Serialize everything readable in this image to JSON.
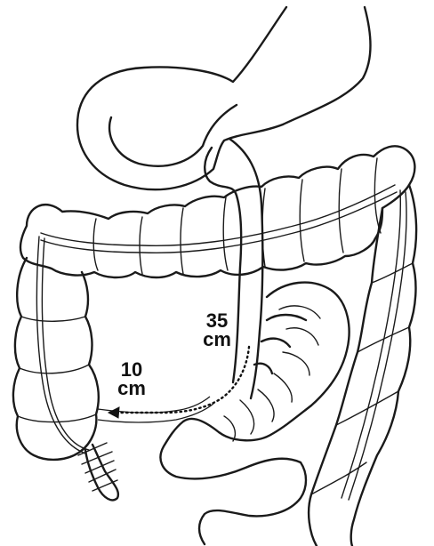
{
  "labels": {
    "distance_35": {
      "value": "35",
      "unit": "cm"
    },
    "distance_10": {
      "value": "10",
      "unit": "cm"
    }
  }
}
